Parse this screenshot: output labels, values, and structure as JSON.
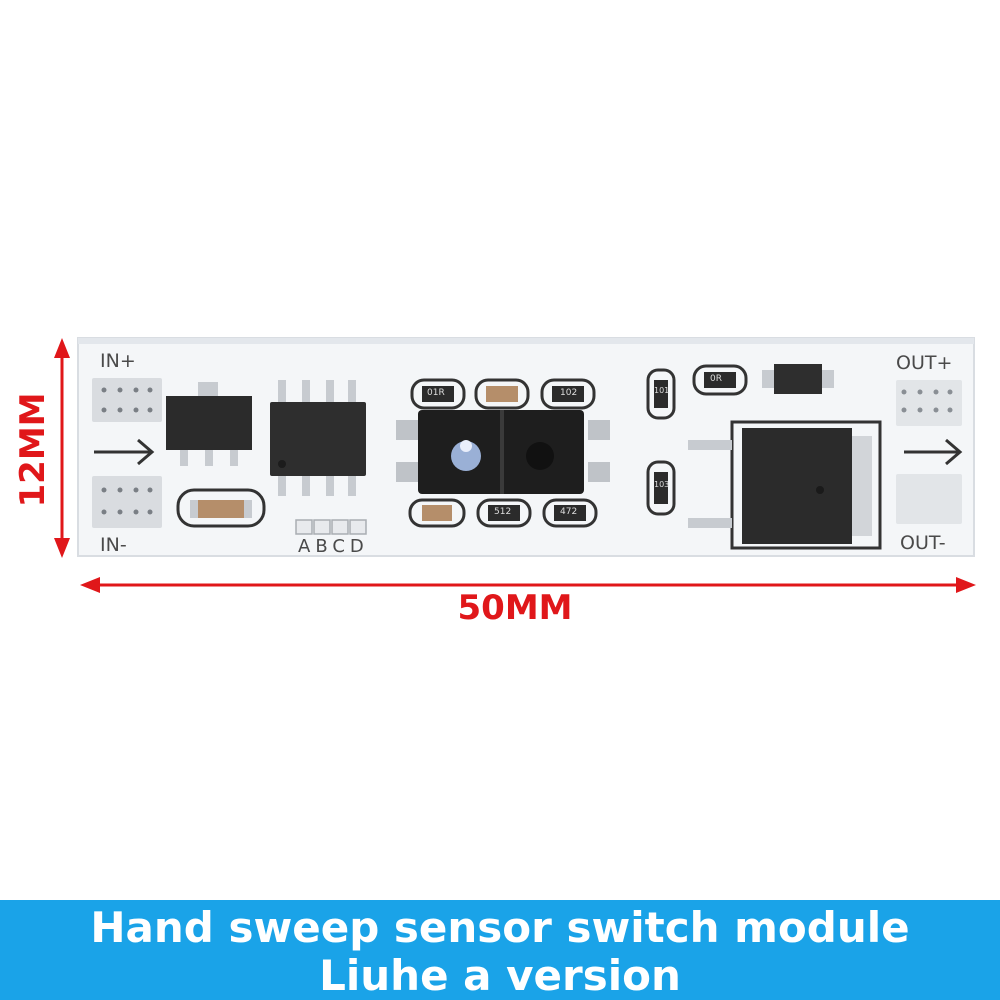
{
  "product": {
    "banner_line1": "Hand sweep sensor switch module",
    "banner_line2": "Liuhe a version"
  },
  "dimensions": {
    "width_label": "50MM",
    "height_label": "12MM",
    "arrow_color": "#e0171a"
  },
  "pcb_labels": {
    "in_plus": "IN+",
    "in_minus": "IN-",
    "out_plus": "OUT+",
    "out_minus": "OUT-",
    "pads": "ABCD"
  },
  "component_markings": {
    "r1": "01R",
    "r2": "102",
    "r3": "0R",
    "r4": "101",
    "r5": "103",
    "r6": "512",
    "r7": "472"
  },
  "colors": {
    "banner": "#1aa3e8",
    "board": "#f4f6f8",
    "chip": "#2b2b2b"
  }
}
